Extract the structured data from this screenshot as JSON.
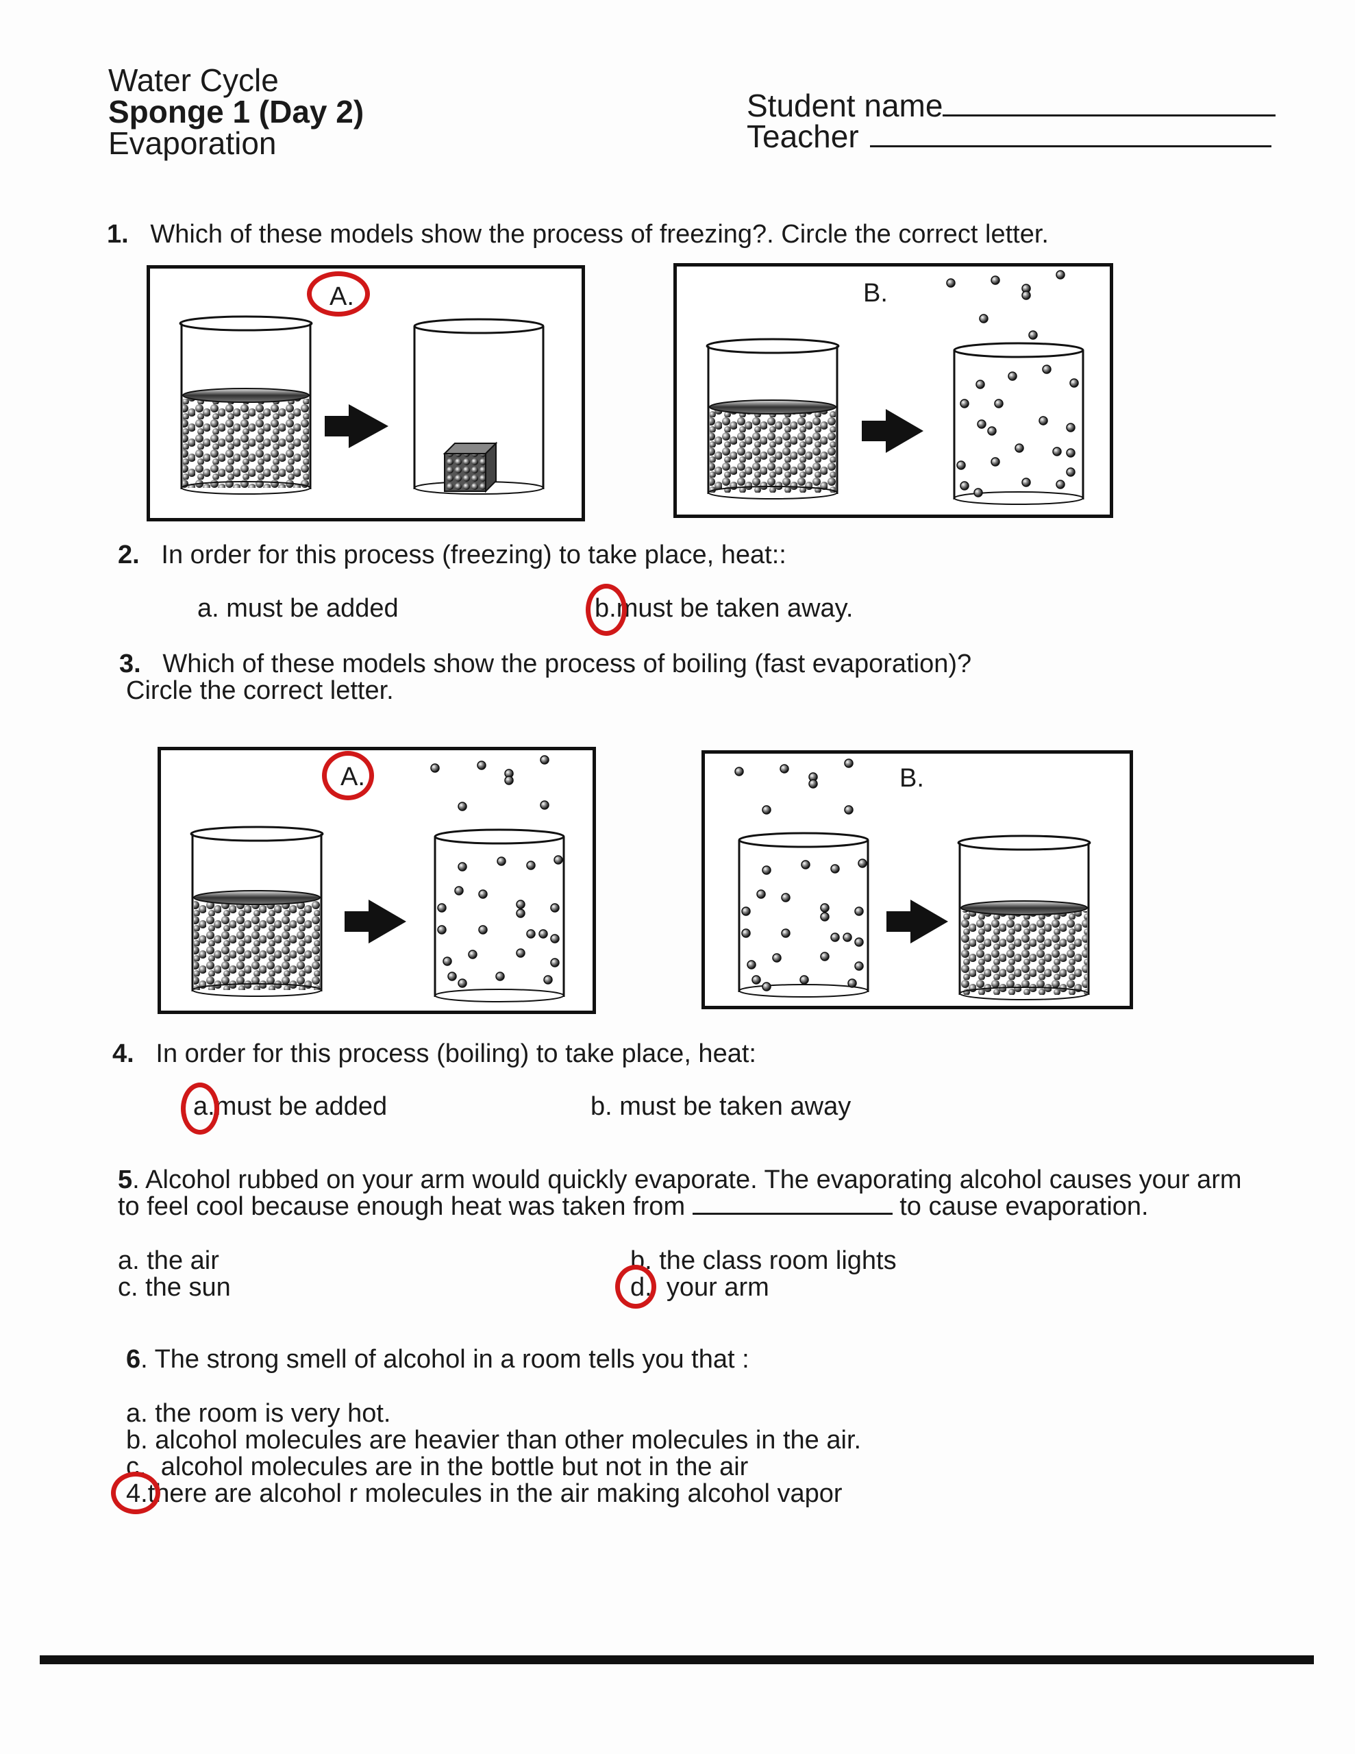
{
  "header": {
    "topic": "Water Cycle",
    "sponge": "Sponge 1 (Day 2)",
    "subtopic": "Evaporation",
    "student_label": "Student name",
    "teacher_label": "Teacher"
  },
  "q1": {
    "number": "1.",
    "text": "Which of these models show the process of freezing?. Circle the correct letter.",
    "panel_a_label": "A.",
    "panel_b_label": "B.",
    "answer": "A."
  },
  "q2": {
    "number": "2.",
    "text": "In order for this process (freezing) to take place, heat::",
    "option_a": "a.  must be added",
    "option_b_letter": "b.",
    "option_b_text": "must be taken away.",
    "answer": "b."
  },
  "q3": {
    "number": "3.",
    "text": "Which of these models show the process of  boiling (fast evaporation)?",
    "text2": "Circle the correct letter.",
    "panel_a_label": "A.",
    "panel_b_label": "B.",
    "answer": "A."
  },
  "q4": {
    "number": "4.",
    "text": "In order for this process (boiling) to take place, heat:",
    "option_a_letter": "a.",
    "option_a_text": "must be added",
    "option_b": "b.  must be taken away",
    "answer": "a."
  },
  "q5": {
    "number": "5",
    "line1": ". Alcohol rubbed on your arm would  quickly evaporate.   The evaporating alcohol causes your arm",
    "line2_pre": "to feel cool because  enough heat was taken from",
    "line2_post": "to cause  evaporation.",
    "option_a": "a.  the air",
    "option_b": "b.  the class room lights",
    "option_c": "c.  the sun",
    "option_d_letter": "d.",
    "option_d_text": "your arm",
    "answer": "d."
  },
  "q6": {
    "number": "6",
    "text": ". The strong smell of alcohol in a  room tells you that :",
    "option_a": "a.  the room is very hot.",
    "option_b": "b.  alcohol molecules are heavier than other molecules in the air.",
    "option_c_letter": "c.",
    "option_c_text": "alcohol molecules are in the bottle but not in the air",
    "option_d_letter": "4.",
    "option_d_text": "there are alcohol r molecules  in the air making alcohol vapor",
    "answer": "4."
  },
  "colors": {
    "ink": "#1a1a1a",
    "answer_circle": "#d01818"
  }
}
